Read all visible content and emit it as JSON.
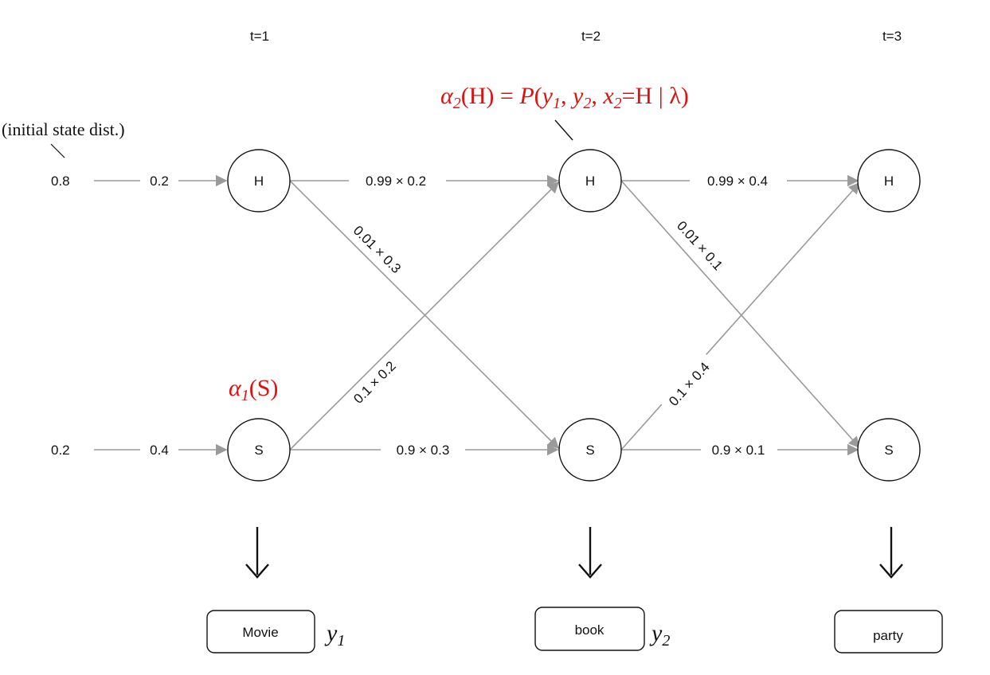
{
  "time_steps": [
    "t=1",
    "t=2",
    "t=3"
  ],
  "states": {
    "H": "H",
    "S": "S"
  },
  "initial": {
    "note": "(initial state dist.)",
    "H_value": "0.8",
    "S_value": "0.2",
    "H_emit": "0.2",
    "S_emit": "0.4"
  },
  "transitions": {
    "t1_HH": "0.99 × 0.2",
    "t1_HS": "0.01 × 0.3",
    "t1_SH": "0.1 × 0.2",
    "t1_SS": "0.9 × 0.3",
    "t2_HH": "0.99 × 0.4",
    "t2_HS": "0.01 × 0.1",
    "t2_SH": "0.1 × 0.4",
    "t2_SS": "0.9 × 0.1"
  },
  "observations": [
    "Movie",
    "book",
    "party"
  ],
  "observation_symbols": {
    "y1_base": "y",
    "y1_sub": "1",
    "y2_base": "y",
    "y2_sub": "2"
  },
  "annotations": {
    "alpha2": {
      "alpha": "α",
      "sub": "2",
      "open": "(H) = ",
      "P": "P",
      "paren": "(",
      "y": "y",
      "s1": "1",
      "comma1": ", ",
      "y2": "y",
      "s2": "2",
      "comma2": ", ",
      "x": "x",
      "s3": "2",
      "rest": "=H | λ)"
    },
    "alpha1": {
      "alpha": "α",
      "sub": "1",
      "rest": "(S)"
    }
  },
  "colors": {
    "annotation": "#e01010",
    "edge": "#9a9a9a",
    "text": "#111111"
  }
}
